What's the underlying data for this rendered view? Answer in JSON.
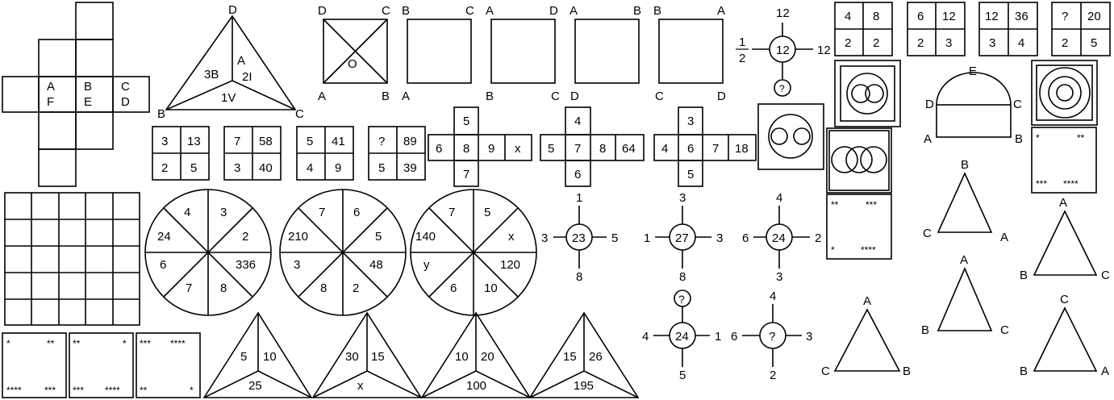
{
  "net_faces": [
    [
      "A",
      "F"
    ],
    [
      "B",
      "E"
    ],
    [
      "C",
      "D"
    ]
  ],
  "tri_face": {
    "top": "D",
    "left": "B",
    "right": "C",
    "a": "A",
    "b": "3B",
    "c": "2I",
    "d": "1V"
  },
  "squares": [
    {
      "tl": "D",
      "tr": "C",
      "bl": "A",
      "br": "B",
      "center": "O"
    },
    {
      "tl": "B",
      "tr": "C",
      "bl": "A",
      "br": "B"
    },
    {
      "tl": "A",
      "tr": "D",
      "bl": "",
      "br": ""
    },
    {
      "tl": "A",
      "tr": "B",
      "bl": "C",
      "br": "D"
    },
    {
      "tl": "B",
      "tr": "A",
      "bl": "C",
      "br": "D"
    }
  ],
  "clock": {
    "top": "12",
    "right": "12",
    "left_num": "1",
    "left_den": "2",
    "center": "12",
    "bottom": "?"
  },
  "grids_top": [
    [
      "4",
      "8",
      "2",
      "2"
    ],
    [
      "6",
      "12",
      "2",
      "3"
    ],
    [
      "12",
      "36",
      "3",
      "4"
    ],
    [
      "?",
      "20",
      "2",
      "5"
    ]
  ],
  "grids_row2": [
    [
      "3",
      "13",
      "2",
      "5"
    ],
    [
      "7",
      "58",
      "3",
      "40"
    ],
    [
      "5",
      "41",
      "4",
      "9"
    ],
    [
      "?",
      "89",
      "5",
      "39"
    ]
  ],
  "crosses": [
    {
      "top": "5",
      "row": [
        "6",
        "8",
        "9",
        "x"
      ],
      "bottom": "7"
    },
    {
      "top": "4",
      "row": [
        "5",
        "7",
        "8",
        "64"
      ],
      "bottom": "6"
    },
    {
      "top": "3",
      "row": [
        "4",
        "6",
        "7",
        "18"
      ],
      "bottom": "5"
    }
  ],
  "semicircle_labels": {
    "e": "E",
    "d": "D",
    "c": "C",
    "a": "A",
    "b": "B"
  },
  "wheels": [
    [
      "4",
      "3",
      "2",
      "336",
      "8",
      "7",
      "6",
      "24"
    ],
    [
      "7",
      "6",
      "5",
      "48",
      "2",
      "8",
      "3",
      "210"
    ],
    [
      "7",
      "5",
      "x",
      "120",
      "10",
      "6",
      "y",
      "140"
    ]
  ],
  "plus_nodes": [
    {
      "center": "23",
      "top": "1",
      "left": "3",
      "right": "5",
      "bottom": "8"
    },
    {
      "center": "27",
      "top": "3",
      "left": "1",
      "right": "3",
      "bottom": "8"
    },
    {
      "center": "24",
      "top": "4",
      "left": "6",
      "right": "2",
      "bottom": "3"
    },
    {
      "center": "24",
      "top": "?",
      "left": "4",
      "right": "1",
      "bottom": "5"
    },
    {
      "center": "?",
      "top": "4",
      "left": "6",
      "right": "3",
      "bottom": "2"
    }
  ],
  "star_boxes": {
    "b1": {
      "tl": "*",
      "tr": "**",
      "bl": "****",
      "br": "***"
    },
    "b2": {
      "tl": "**",
      "tr": "*",
      "bl": "***",
      "br": "****"
    },
    "b3": {
      "tl": "***",
      "tr": "****",
      "bl": "**",
      "br": "*"
    },
    "r1": {
      "tl": "*",
      "tr": "**",
      "bl": "***",
      "br": "****"
    },
    "r2": {
      "tl": "**",
      "tr": "***",
      "bl": "*",
      "br": "****"
    }
  },
  "tri_numbers": [
    {
      "l": "5",
      "r": "10",
      "b": "25"
    },
    {
      "l": "30",
      "r": "15",
      "b": "x"
    },
    {
      "l": "10",
      "r": "20",
      "b": "100"
    },
    {
      "l": "15",
      "r": "26",
      "b": "195"
    }
  ],
  "tri_letters": [
    {
      "top": "A",
      "left": "C",
      "right": "B"
    },
    {
      "top": "B",
      "left": "C",
      "right": "A"
    },
    {
      "top": "A",
      "left": "B",
      "right": "C"
    },
    {
      "top": "A",
      "left": "B",
      "right": "C"
    },
    {
      "top": "C",
      "left": "B",
      "right": "A"
    }
  ]
}
